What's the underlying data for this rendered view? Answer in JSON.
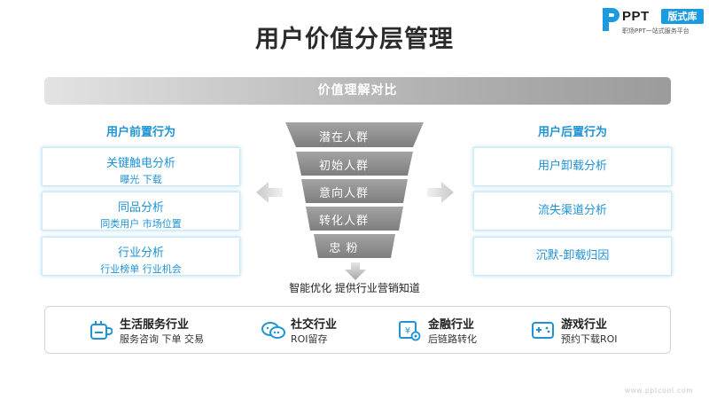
{
  "logo": {
    "brand": "PPT",
    "badge": "版式库",
    "tagline": "职场PPT一站式服务平台"
  },
  "title": "用户价值分层管理",
  "banner": "价值理解对比",
  "left": {
    "heading": "用户前置行为",
    "boxes": [
      {
        "main": "关键触电分析",
        "sub": "曝光    下载"
      },
      {
        "main": "同品分析",
        "sub": "同类用户    市场位置"
      },
      {
        "main": "行业分析",
        "sub": "行业榜单    行业机会"
      }
    ]
  },
  "right": {
    "heading": "用户后置行为",
    "boxes": [
      {
        "main": "用户卸载分析"
      },
      {
        "main": "流失渠道分析"
      },
      {
        "main": "沉默-卸载归因"
      }
    ]
  },
  "funnel": {
    "levels": [
      "潜在人群",
      "初始人群",
      "意向人群",
      "转化人群",
      "忠    粉"
    ],
    "caption": "智能优化 提供行业营销知道"
  },
  "industries": [
    {
      "icon": "cup-icon",
      "title": "生活服务行业",
      "sub": "服务咨询 下单 交易"
    },
    {
      "icon": "chat-icon",
      "title": "社交行业",
      "sub": "ROI留存"
    },
    {
      "icon": "finance-icon",
      "title": "金融行业",
      "sub": "后链路转化"
    },
    {
      "icon": "gamepad-icon",
      "title": "游戏行业",
      "sub": "预约下载ROI"
    }
  ],
  "footer": "www.pptcool.com",
  "colors": {
    "accent": "#1f93d4",
    "funnel": "#8f8f8f"
  }
}
